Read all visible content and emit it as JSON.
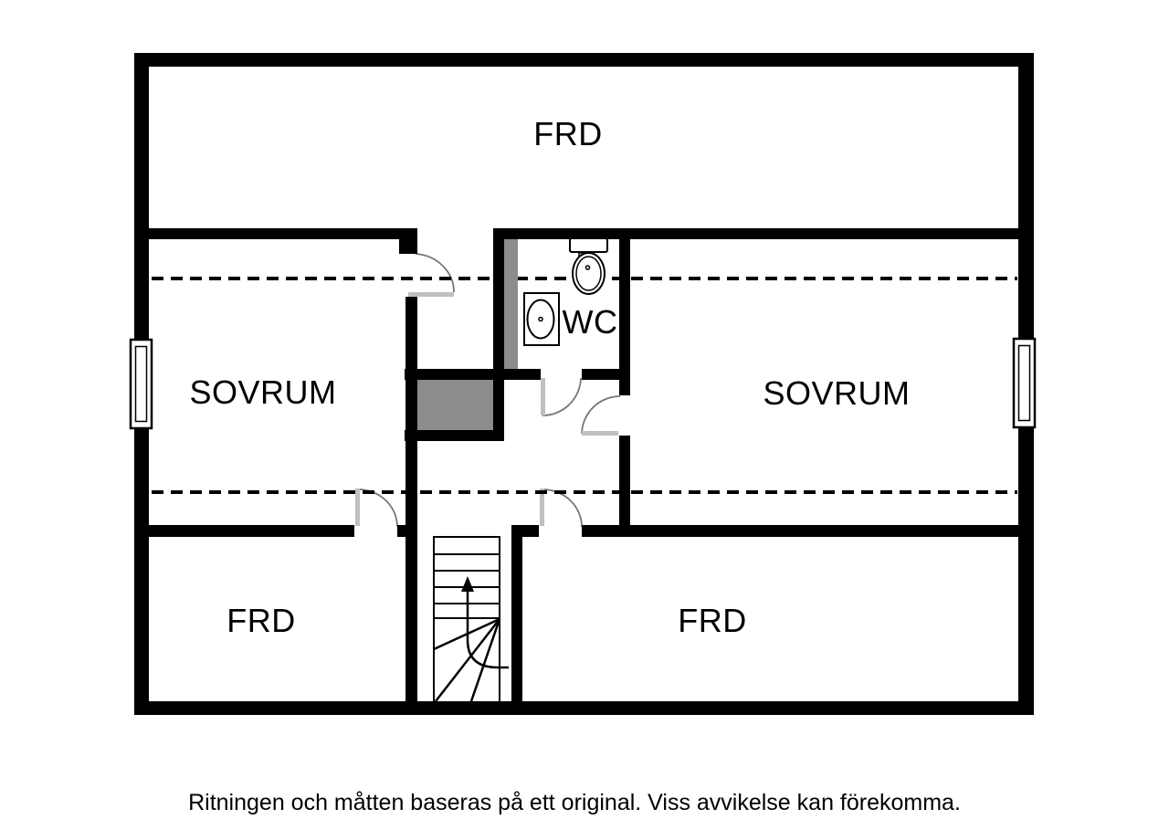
{
  "plan": {
    "rooms": {
      "frd_top": {
        "label": "FRD"
      },
      "sovrum_left": {
        "label": "SOVRUM"
      },
      "wc": {
        "label": "WC"
      },
      "sovrum_right": {
        "label": "SOVRUM"
      },
      "frd_bottom_left": {
        "label": "FRD"
      },
      "frd_bottom_right": {
        "label": "FRD"
      }
    },
    "caption": "Ritningen och måtten baseras på ett original. Viss avvikelse kan förekomma.",
    "colors": {
      "wall": "#000000",
      "masonry": "#8c8c8c",
      "door_leaf": "#c0c0c0"
    }
  }
}
